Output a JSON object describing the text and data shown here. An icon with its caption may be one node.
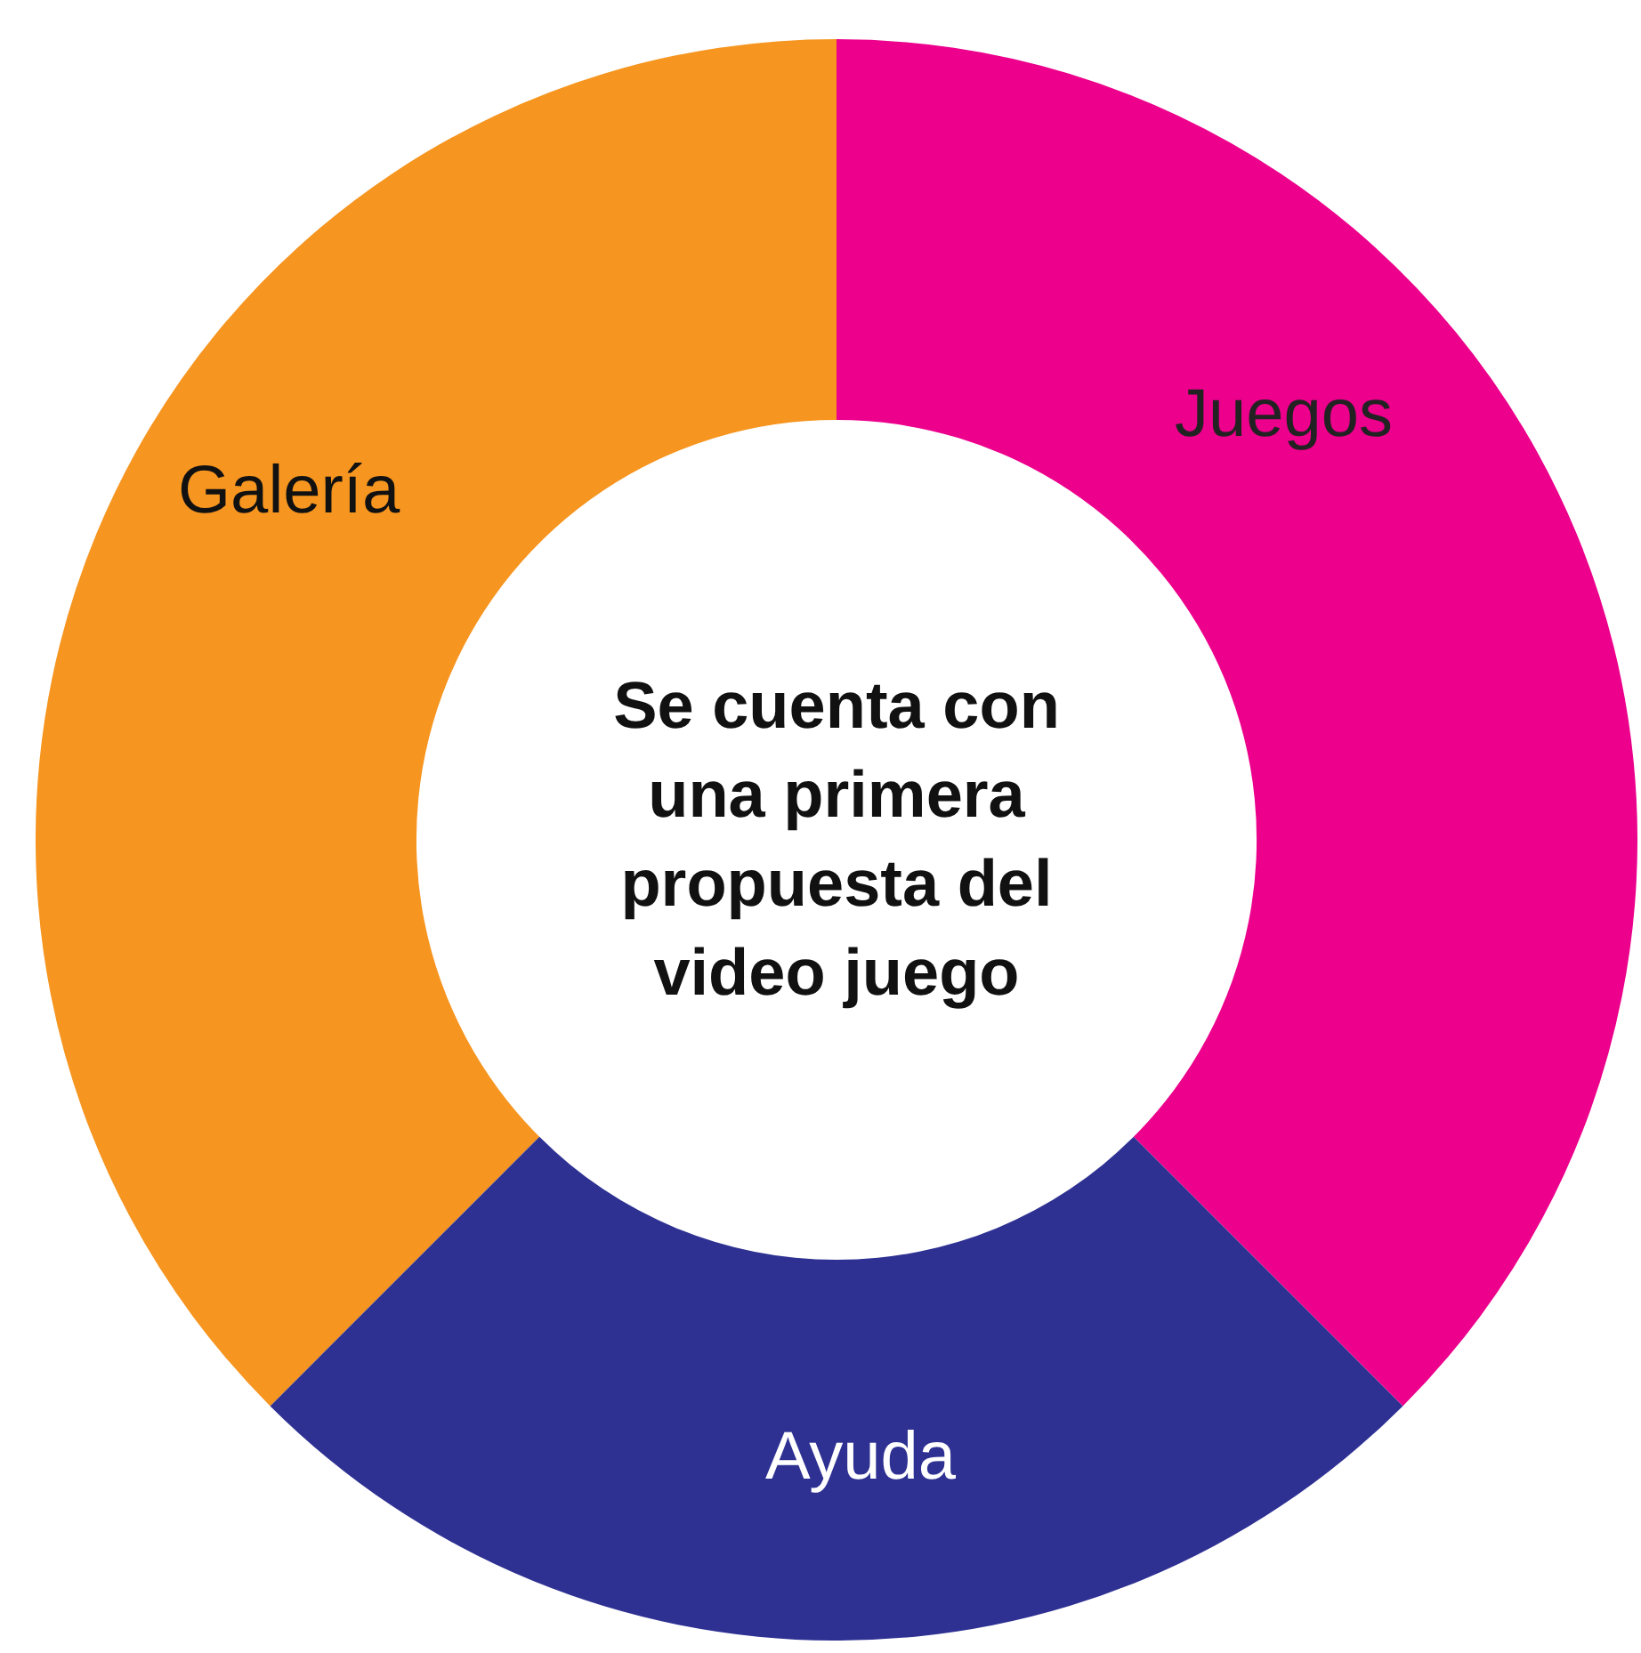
{
  "diagram": {
    "nodes": [
      {
        "text": [
          "Galería"
        ]
      },
      {
        "text": [
          "Juegos"
        ]
      },
      {
        "text": [
          "Se cuenta con una primera propuesta del video juego"
        ]
      },
      {
        "text": [
          "Ayuda"
        ]
      }
    ]
  }
}
